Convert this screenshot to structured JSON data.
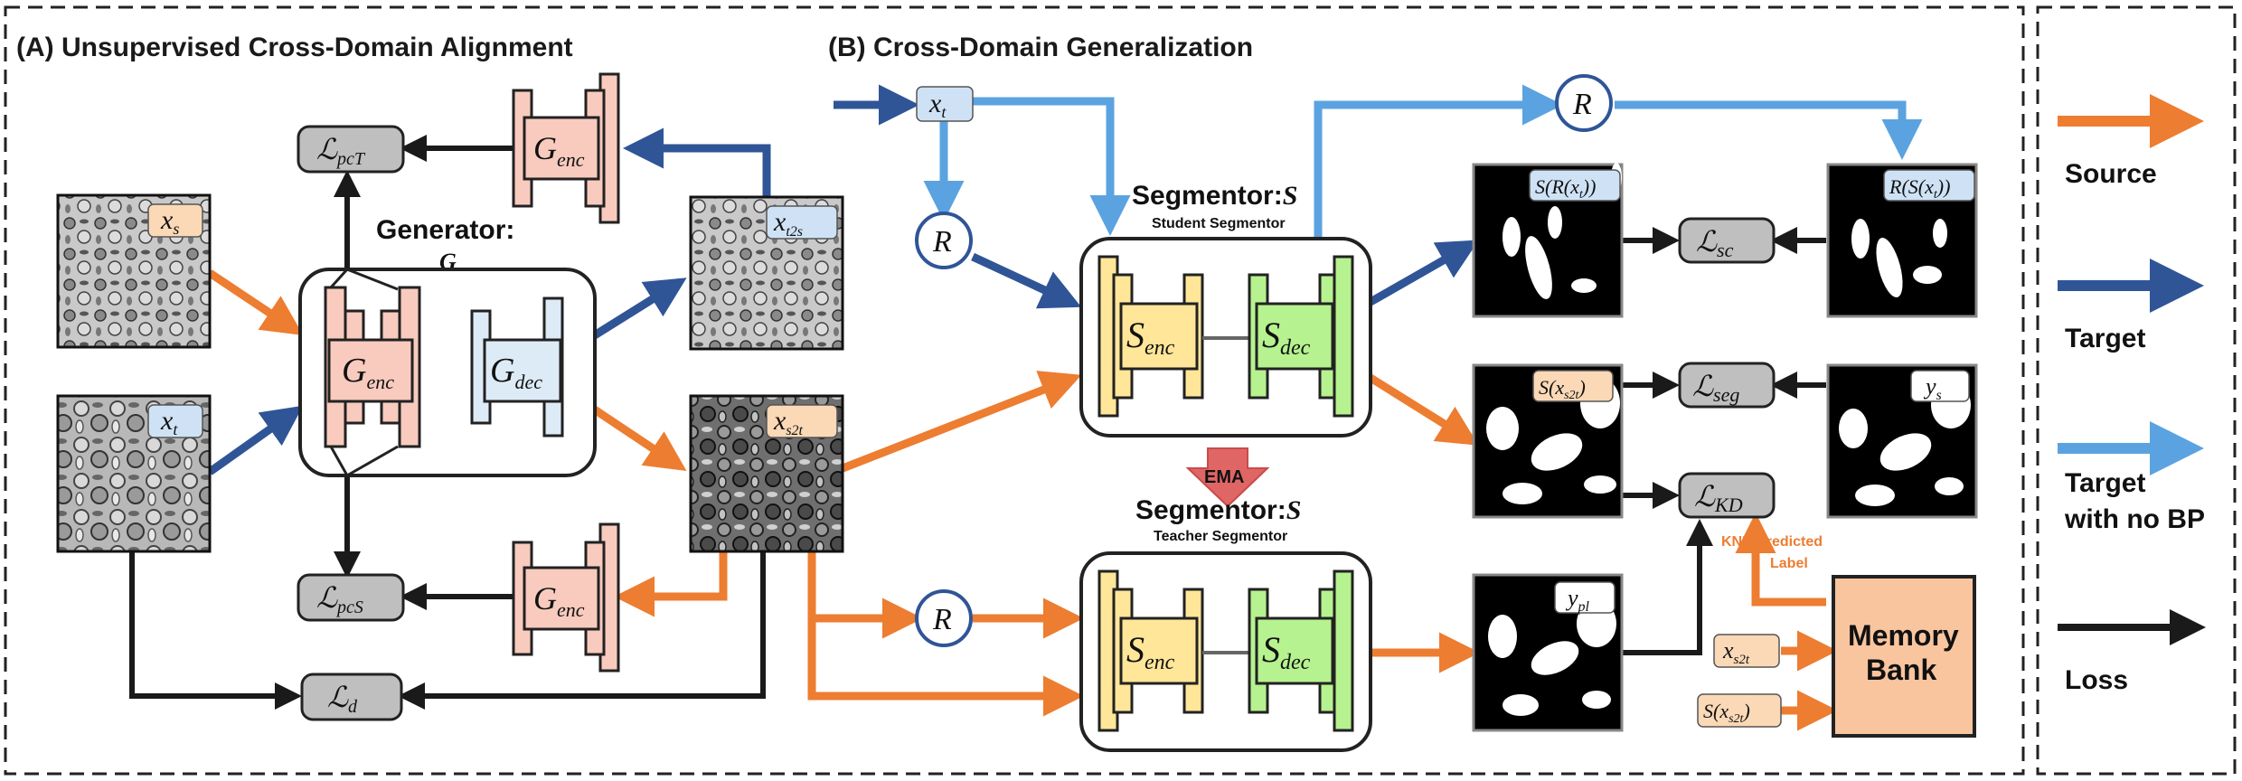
{
  "panels": {
    "a_title": "(A) Unsupervised Cross-Domain Alignment",
    "b_title": "(B) Cross-Domain Generalization"
  },
  "generator": {
    "title": "Generator:",
    "symbol": "G"
  },
  "segmentor_student": {
    "title": "Segmentor:",
    "symbol": "S",
    "subtitle": "Student Segmentor"
  },
  "segmentor_teacher": {
    "title": "Segmentor:",
    "symbol": "S",
    "subtitle": "Teacher Segmentor"
  },
  "ema": "EMA",
  "knn": {
    "line1": "KNN Predicted",
    "line2": "Label"
  },
  "memory_bank": {
    "line1": "Memory",
    "line2": "Bank"
  },
  "modules": {
    "g": "G",
    "enc": "enc",
    "dec": "dec",
    "s": "S",
    "r": "R"
  },
  "losses": {
    "L": "ℒ",
    "pcT": "pcT",
    "pcS": "pcS",
    "d": "d",
    "sc": "sc",
    "seg": "seg",
    "KD": "KD"
  },
  "tags": {
    "xs": {
      "base": "x",
      "sub": "s"
    },
    "xt": {
      "base": "x",
      "sub": "t"
    },
    "xt2s": {
      "base": "x",
      "sub": "t2s"
    },
    "xs2t": {
      "base": "x",
      "sub": "s2t"
    },
    "ys": {
      "base": "y",
      "sub": "s"
    },
    "ypl": {
      "base": "y",
      "sub": "pl"
    },
    "S_R_xt": {
      "pre": "S(R(x",
      "sub": "t",
      "post": "))"
    },
    "R_S_xt": {
      "pre": "R(S(x",
      "sub": "t",
      "post": "))"
    },
    "S_xs2t": {
      "pre": "S(x",
      "sub": "s2t",
      "post": ")"
    }
  },
  "legend": [
    {
      "label": "Source",
      "color": "#ed7d31"
    },
    {
      "label": "Target",
      "color": "#2f5597"
    },
    {
      "label": "Target",
      "label2": "with no BP",
      "color": "#5ba3e0"
    },
    {
      "label": "Loss",
      "color": "#1a1a1a"
    }
  ],
  "colors": {
    "source": "#ed7d31",
    "target": "#2f5597",
    "target_nobp": "#5ba3e0",
    "loss": "#1a1a1a",
    "enc_pink": "#f8cbbe",
    "dec_blue": "#ddebf7",
    "s_enc_yellow": "#ffe699",
    "s_dec_green": "#b6f28f",
    "loss_gray": "#bfbfbf",
    "memory": "#f9c59f",
    "ema": "#e06666"
  }
}
